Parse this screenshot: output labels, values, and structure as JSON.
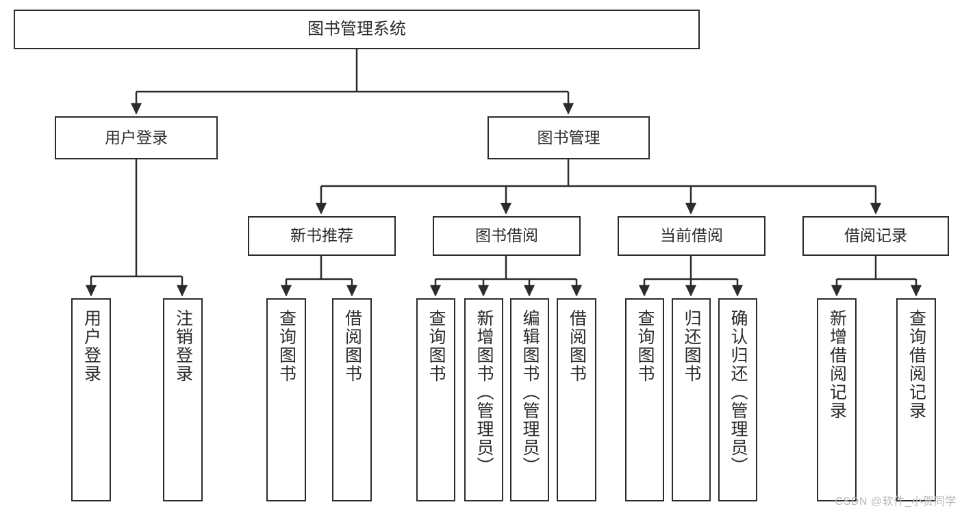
{
  "diagram": {
    "title": "图书管理系统",
    "type": "tree-hierarchy-chart",
    "orientation": "top-down",
    "colors": {
      "background": "#ffffff",
      "box_border": "#2b2b2b",
      "box_fill": "#ffffff",
      "edge": "#2b2b2b",
      "watermark": "#b8b8b8"
    },
    "root": {
      "label": "图书管理系统"
    },
    "level2": [
      {
        "label": "用户登录"
      },
      {
        "label": "图书管理"
      }
    ],
    "level3": [
      {
        "label": "新书推荐"
      },
      {
        "label": "图书借阅"
      },
      {
        "label": "当前借阅"
      },
      {
        "label": "借阅记录"
      }
    ],
    "leaves": {
      "user_login": [
        {
          "label": "用户登录"
        },
        {
          "label": "注销登录"
        }
      ],
      "new_book_recommend": [
        {
          "label": "查询图书"
        },
        {
          "label": "借阅图书"
        }
      ],
      "book_borrow": [
        {
          "label": "查询图书"
        },
        {
          "label": "新增图书（管理员）"
        },
        {
          "label": "编辑图书（管理员）"
        },
        {
          "label": "借阅图书"
        }
      ],
      "current_borrow": [
        {
          "label": "查询图书"
        },
        {
          "label": "归还图书"
        },
        {
          "label": "确认归还（管理员）"
        }
      ],
      "borrow_record": [
        {
          "label": "新增借阅记录"
        },
        {
          "label": "查询借阅记录"
        }
      ]
    }
  },
  "watermark": {
    "text": "CSDN @软件_小贺同学"
  }
}
